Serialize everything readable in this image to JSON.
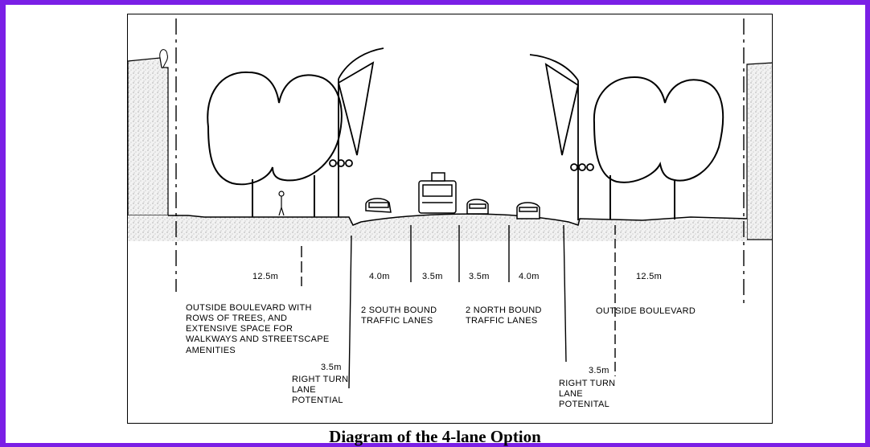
{
  "diagram": {
    "caption": "Diagram of the 4-lane Option",
    "dimensions": {
      "left_boulevard": "12.5m",
      "sb_lane_outer": "4.0m",
      "sb_lane_inner": "3.5m",
      "nb_lane_inner": "3.5m",
      "nb_lane_outer": "4.0m",
      "right_boulevard": "12.5m",
      "left_turn_lane": "3.5m",
      "right_turn_lane": "3.5m"
    },
    "labels": {
      "left_boulevard": [
        "OUTSIDE BOULEVARD WITH",
        "ROWS OF TREES, AND",
        "EXTENSIVE SPACE FOR",
        "WALKWAYS AND STREETSCAPE",
        "AMENITIES"
      ],
      "southbound": [
        "2 SOUTH BOUND",
        "TRAFFIC LANES"
      ],
      "northbound": [
        "2 NORTH BOUND",
        "TRAFFIC LANES"
      ],
      "right_boulevard": [
        "OUTSIDE  BOULEVARD"
      ],
      "left_turn": [
        "RIGHT TURN",
        "LANE",
        "POTENTIAL"
      ],
      "right_turn": [
        "RIGHT TURN",
        "LANE",
        "POTENITAL"
      ]
    },
    "colors": {
      "frame": "#7a1fe6",
      "ink": "#000000"
    }
  }
}
